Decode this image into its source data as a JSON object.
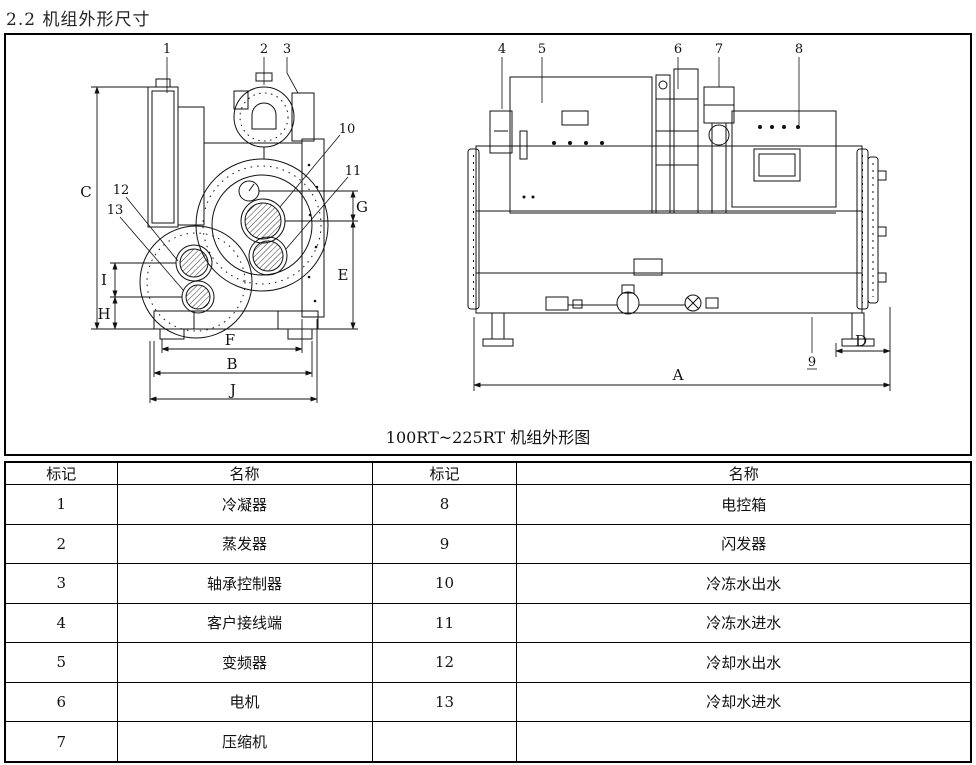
{
  "page": {
    "title": "2.2 机组外形尺寸"
  },
  "diagram": {
    "caption": "100RT~225RT 机组外形图",
    "callouts": {
      "c1": "1",
      "c2": "2",
      "c3": "3",
      "c4": "4",
      "c5": "5",
      "c6": "6",
      "c7": "7",
      "c8": "8",
      "c9": "9",
      "c10": "10",
      "c11": "11",
      "c12": "12",
      "c13": "13"
    },
    "dims": {
      "A": "A",
      "B": "B",
      "C": "C",
      "D": "D",
      "E": "E",
      "F": "F",
      "G": "G",
      "H": "H",
      "I": "I",
      "J": "J"
    }
  },
  "table": {
    "headers": [
      "标记",
      "名称",
      "标记",
      "名称"
    ],
    "rows": [
      [
        "1",
        "冷凝器",
        "8",
        "电控箱"
      ],
      [
        "2",
        "蒸发器",
        "9",
        "闪发器"
      ],
      [
        "3",
        "轴承控制器",
        "10",
        "冷冻水出水"
      ],
      [
        "4",
        "客户接线端",
        "11",
        "冷冻水进水"
      ],
      [
        "5",
        "变频器",
        "12",
        "冷却水出水"
      ],
      [
        "6",
        "电机",
        "13",
        "冷却水进水"
      ],
      [
        "7",
        "压缩机",
        "",
        ""
      ]
    ]
  }
}
